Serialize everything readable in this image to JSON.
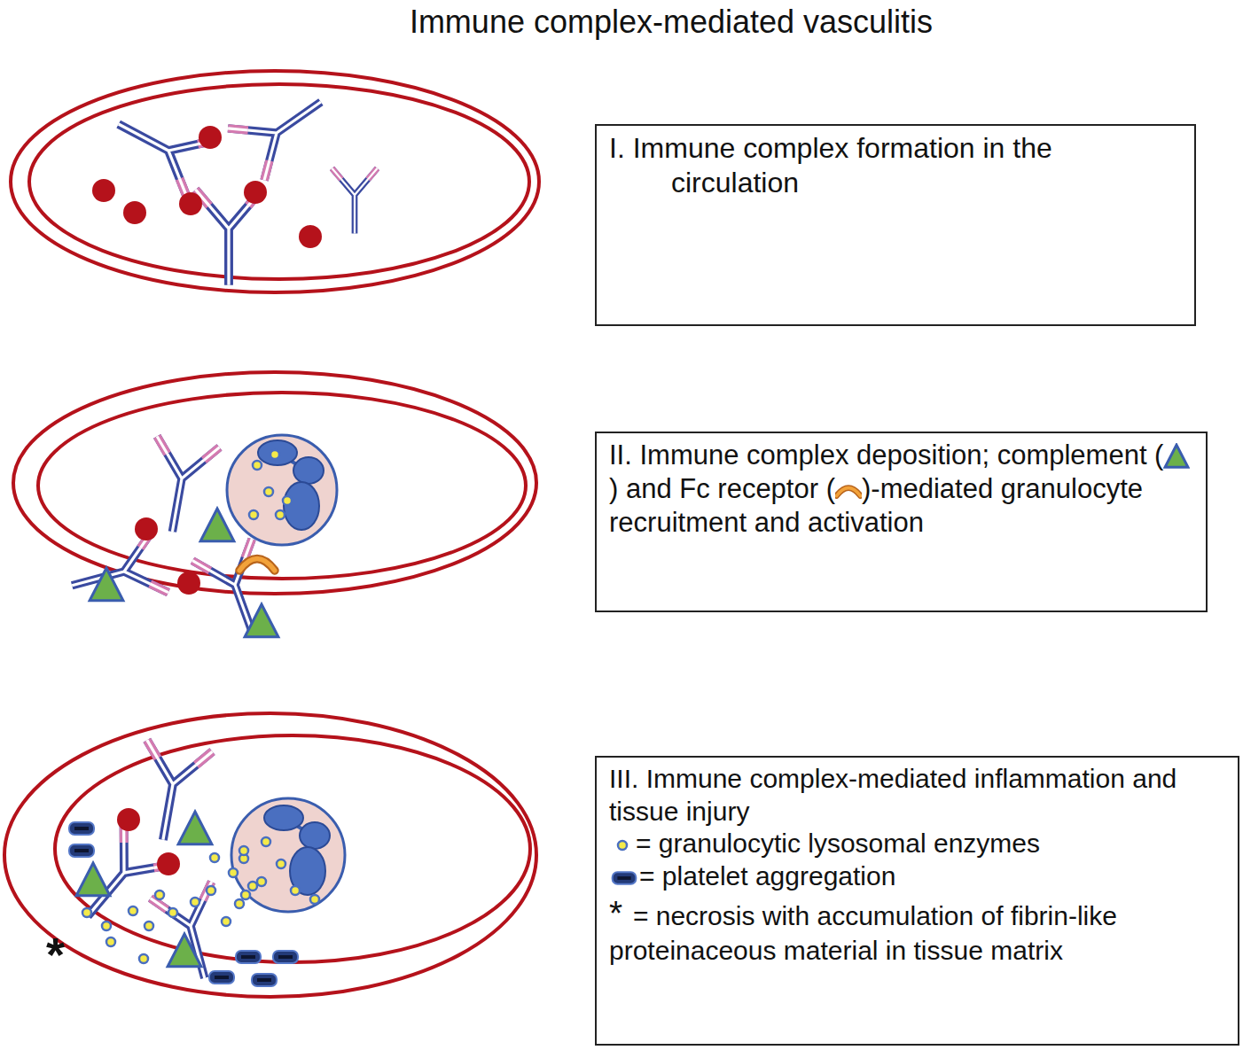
{
  "diagram": {
    "title": "Immune complex-mediated vasculitis",
    "nodes": [
      {
        "text": [
          "I. Immune complex formation in the circulation"
        ]
      },
      {
        "text": [
          "II. Immune complex deposition; complement (",
          ") and Fc receptor (",
          ")-mediated granulocyte recruitment and activation"
        ]
      },
      {
        "text": [
          "III. Immune complex-mediated inflammation and tissue injury",
          "= granulocytic lysosomal enzymes",
          "= platelet aggregation",
          "*",
          "= necrosis with accumulation of fibrin-like proteinaceous material in tissue matrix"
        ]
      }
    ],
    "labels": [
      "*"
    ]
  }
}
